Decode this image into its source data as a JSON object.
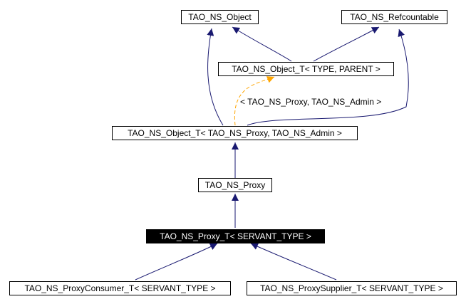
{
  "diagram": {
    "nodes": [
      {
        "id": "tao_ns_object",
        "label": "TAO_NS_Object"
      },
      {
        "id": "tao_ns_refcountable",
        "label": "TAO_NS_Refcountable"
      },
      {
        "id": "tao_ns_object_t_template",
        "label": "TAO_NS_Object_T< TYPE, PARENT >"
      },
      {
        "id": "tao_ns_object_t_proxy_admin",
        "label": "TAO_NS_Object_T< TAO_NS_Proxy, TAO_NS_Admin >"
      },
      {
        "id": "tao_ns_proxy",
        "label": "TAO_NS_Proxy"
      },
      {
        "id": "tao_ns_proxy_t",
        "label": "TAO_NS_Proxy_T< SERVANT_TYPE >",
        "highlighted": true
      },
      {
        "id": "tao_ns_proxyconsumer_t",
        "label": "TAO_NS_ProxyConsumer_T< SERVANT_TYPE >"
      },
      {
        "id": "tao_ns_proxysupplier_t",
        "label": "TAO_NS_ProxySupplier_T< SERVANT_TYPE >"
      }
    ],
    "edges": [
      {
        "from": "tao_ns_object_t_template",
        "to": "tao_ns_object",
        "kind": "inheritance"
      },
      {
        "from": "tao_ns_object_t_template",
        "to": "tao_ns_refcountable",
        "kind": "inheritance"
      },
      {
        "from": "tao_ns_object_t_proxy_admin",
        "to": "tao_ns_object",
        "kind": "inheritance"
      },
      {
        "from": "tao_ns_object_t_proxy_admin",
        "to": "tao_ns_refcountable",
        "kind": "inheritance"
      },
      {
        "from": "tao_ns_object_t_proxy_admin",
        "to": "tao_ns_object_t_template",
        "kind": "template-instantiation",
        "label": "< TAO_NS_Proxy, TAO_NS_Admin >"
      },
      {
        "from": "tao_ns_proxy",
        "to": "tao_ns_object_t_proxy_admin",
        "kind": "inheritance"
      },
      {
        "from": "tao_ns_proxy_t",
        "to": "tao_ns_proxy",
        "kind": "inheritance"
      },
      {
        "from": "tao_ns_proxyconsumer_t",
        "to": "tao_ns_proxy_t",
        "kind": "inheritance"
      },
      {
        "from": "tao_ns_proxysupplier_t",
        "to": "tao_ns_proxy_t",
        "kind": "inheritance"
      }
    ],
    "colors": {
      "inheritance_edge": "#191970",
      "template_edge": "#ffa500",
      "node_border": "#000000",
      "highlight_fill": "#000000",
      "highlight_text": "#ffffff"
    }
  }
}
